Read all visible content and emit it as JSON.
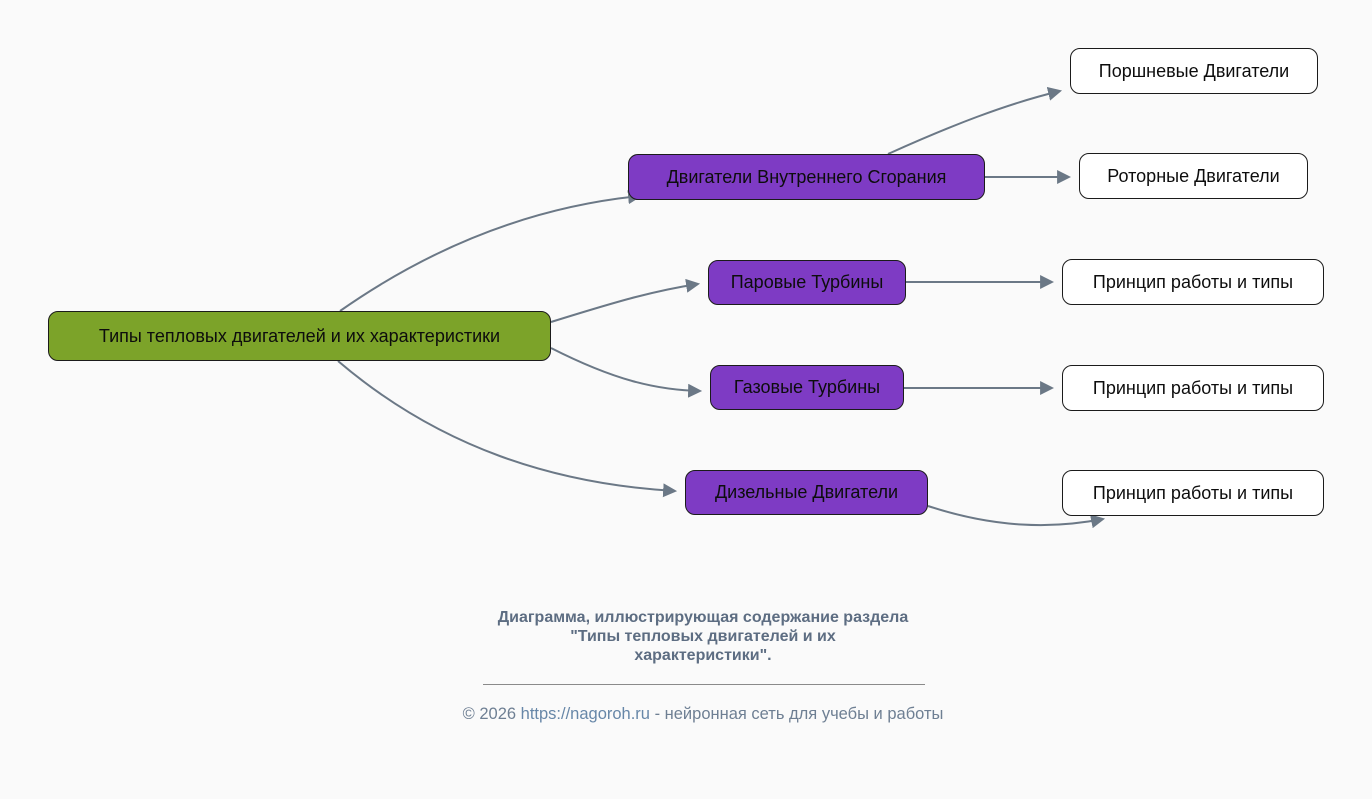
{
  "diagram": {
    "root": {
      "label": "Типы тепловых двигателей и их характеристики"
    },
    "branches": [
      {
        "label": "Двигатели Внутреннего Сгорания"
      },
      {
        "label": "Паровые Турбины"
      },
      {
        "label": "Газовые Турбины"
      },
      {
        "label": "Дизельные Двигатели"
      }
    ],
    "leaves": [
      {
        "label": "Поршневые Двигатели",
        "parent": "Двигатели Внутреннего Сгорания"
      },
      {
        "label": "Роторные Двигатели",
        "parent": "Двигатели Внутреннего Сгорания"
      },
      {
        "label": "Принцип работы и типы",
        "parent": "Паровые Турбины"
      },
      {
        "label": "Принцип работы и типы",
        "parent": "Газовые Турбины"
      },
      {
        "label": "Принцип работы и типы",
        "parent": "Дизельные Двигатели"
      }
    ],
    "colors": {
      "root_fill": "#7CA329",
      "branch_fill": "#7E3BC4",
      "leaf_fill": "#FFFFFF",
      "edge": "#6B7886",
      "node_border": "#1B1B1B",
      "caption_text": "#5D6D82",
      "footer_text": "#6E7F93"
    }
  },
  "caption": {
    "line1": "Диаграмма, иллюстрирующая содержание раздела",
    "line2": "\"Типы тепловых двигателей и их",
    "line3": "характеристики\"."
  },
  "footer": {
    "prefix": "© 2026 ",
    "link": "https://nagoroh.ru",
    "suffix": " - нейронная сеть для учебы и работы"
  }
}
